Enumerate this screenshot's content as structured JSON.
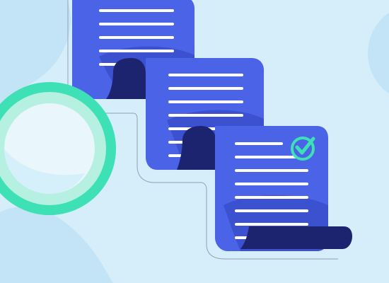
{
  "illustration": {
    "kind": "document-scroll-stack",
    "sheet_count": 3,
    "verified_sheet_index": 3,
    "icons": [
      "check-circle-icon",
      "magnifier-lens-icon"
    ],
    "colors": {
      "background": "#d6eefa",
      "background_blob": "#c3e4f6",
      "sheet_blue": "#4a63e7",
      "sheet_shadow": "#3b51cf",
      "curl_navy": "#1c2470",
      "line_white": "#ffffff",
      "accent_green": "#3ee0b5",
      "lens_fill": "#e9f7fc",
      "outline": "#8fa2bb"
    }
  }
}
